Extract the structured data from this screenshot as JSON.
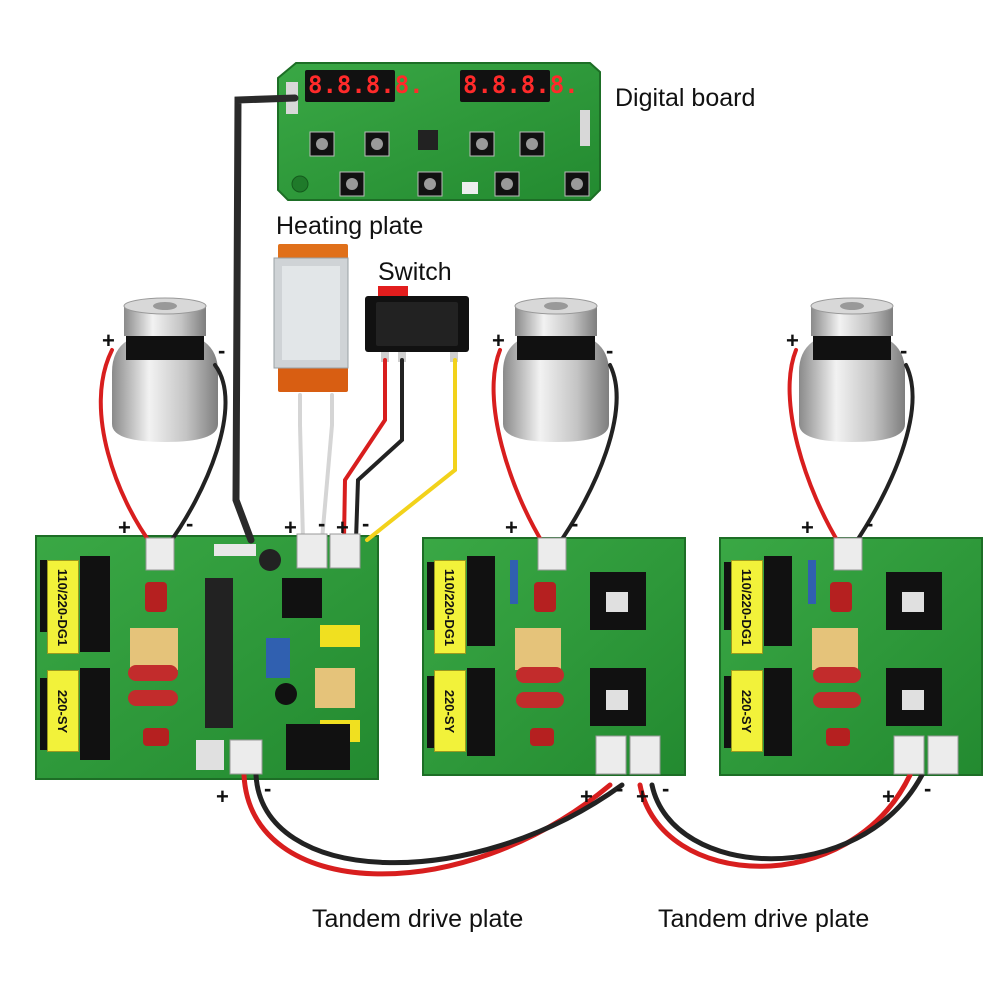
{
  "labels": {
    "digital_board": "Digital board",
    "heating_plate": "Heating plate",
    "switch": "Switch",
    "tandem_1": "Tandem drive plate",
    "tandem_2": "Tandem drive plate"
  },
  "boards": [
    {
      "transformer_top": "110/220-DG1",
      "transformer_bottom": "220-SY"
    },
    {
      "transformer_top": "110/220-DG1",
      "transformer_bottom": "220-SY"
    },
    {
      "transformer_top": "110/220-DG1",
      "transformer_bottom": "220-SY"
    }
  ],
  "display": {
    "left": "8.8.8.8.",
    "right": "8.8.8.8."
  },
  "polarity": {
    "plus": "+",
    "minus": "-"
  },
  "colors": {
    "pcb": "#2f9a3a",
    "wire_red": "#d81e1e",
    "wire_black": "#222222",
    "wire_yellow": "#f2d21b",
    "label_yellow": "#f2f23a"
  }
}
